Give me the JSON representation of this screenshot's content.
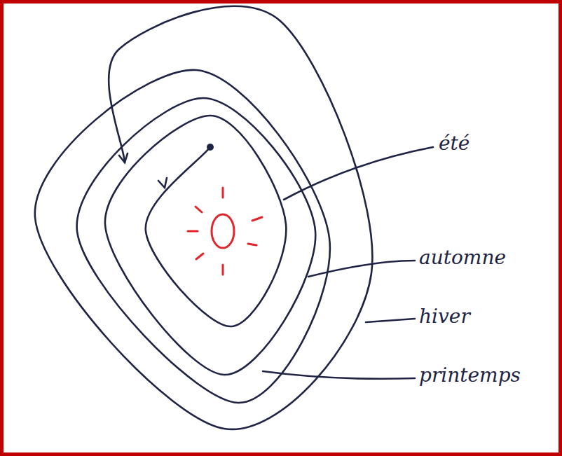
{
  "diagram": {
    "labels": [
      "été",
      "automne",
      "hiver",
      "printemps"
    ]
  }
}
